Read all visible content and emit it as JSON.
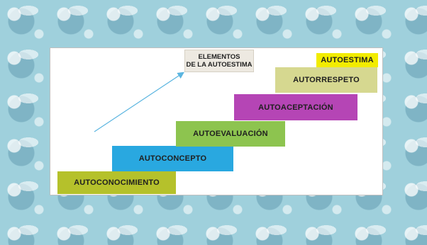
{
  "title": {
    "line1": "ELEMENTOS",
    "line2": "DE LA AUTOESTIMA"
  },
  "steps": [
    {
      "label": "AUTOCONOCIMIENTO",
      "color": "#b5c12b"
    },
    {
      "label": "AUTOCONCEPTO",
      "color": "#29a8e0"
    },
    {
      "label": "AUTOEVALUACIÓN",
      "color": "#8dc44f"
    },
    {
      "label": "AUTOACEPTACIÓN",
      "color": "#b545b5"
    },
    {
      "label": "AUTORRESPETO",
      "color": "#d6d890"
    },
    {
      "label": "AUTOESTIMA",
      "color": "#f2ec00"
    }
  ],
  "connector_color": "#5bb5e0"
}
